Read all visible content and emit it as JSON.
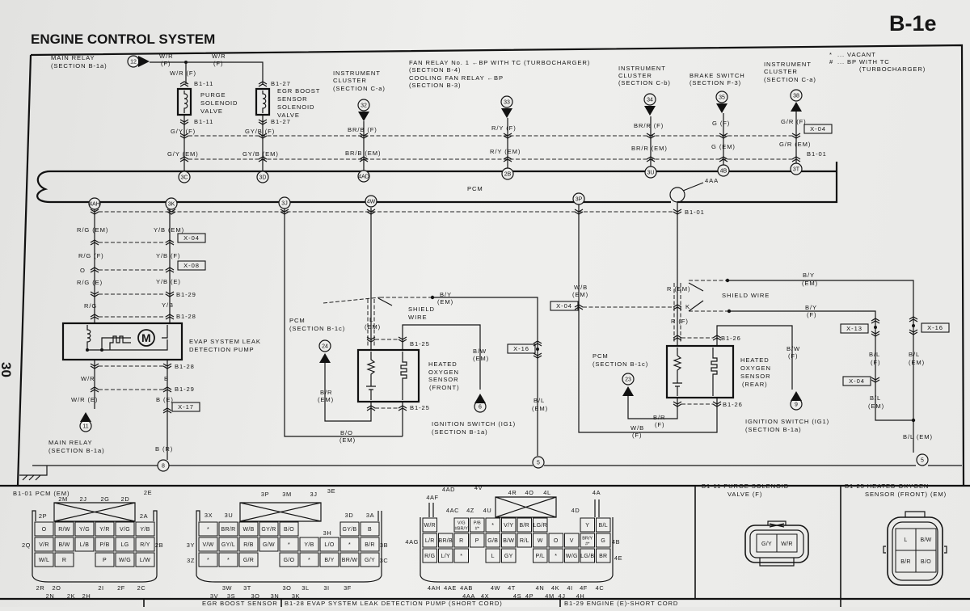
{
  "header": {
    "title": "ENGINE CONTROL SYSTEM",
    "page_code": "B-1e",
    "page_number": "30"
  },
  "legend": {
    "vacant_symbol": "*",
    "vacant": "... VACANT",
    "bp_symbol": "#",
    "bp": "... BP WITH TC",
    "bp2": "(TURBOCHARGER)"
  },
  "labels": {
    "main_relay_1": "MAIN RELAY",
    "main_relay_1_sec": "(SECTION B-1a)",
    "wr_a": "W/R",
    "f_a": "(F)",
    "wr_b": "W/R",
    "f_b": "(F)",
    "wr_c": "W/R (F)",
    "purge_top": "B1-11",
    "purge_1": "PURGE",
    "purge_2": "SOLENOID",
    "purge_3": "VALVE",
    "purge_bot": "B1-11",
    "gy_f": "G/Y (F)",
    "gy_em": "G/Y (EM)",
    "egr_top": "B1-27",
    "egr_1": "EGR BOOST",
    "egr_2": "SENSOR",
    "egr_3": "SOLENOID",
    "egr_4": "VALVE",
    "egr_bot": "B1-27",
    "gyb_f": "GY/B (F)",
    "gyb_em": "GY/B (EM)",
    "ica_1": "INSTRUMENT",
    "ica_2": "CLUSTER",
    "ica_3": "(SECTION C-a)",
    "brb_f": "BR/B (F)",
    "brb_em": "BR/B (EM)",
    "fan_1": "FAN RELAY No. 1 ←BP WITH TC (TURBOCHARGER)",
    "fan_2": "(SECTION B-4)",
    "fan_3": "COOLING FAN RELAY ←BP",
    "fan_4": "(SECTION B-3)",
    "ry_f": "R/Y (F)",
    "ry_em": "R/Y (EM)",
    "icb_1": "INSTRUMENT",
    "icb_2": "CLUSTER",
    "icb_3": "(SECTION C-b)",
    "brr_f": "BR/R (F)",
    "brr_em": "BR/R (EM)",
    "brake_1": "BRAKE SWITCH",
    "brake_2": "(SECTION F-3)",
    "g_f": "G (F)",
    "g_em": "G (EM)",
    "icc_1": "INSTRUMENT",
    "icc_2": "CLUSTER",
    "icc_3": "(SECTION C-a)",
    "gr_f": "G/R (F)",
    "gr_em": "G/R (EM)",
    "b1_01_top": "B1-01",
    "pcm": "PCM",
    "pin_4aa": "4AA",
    "b1_01_mid": "B1-01",
    "rg_em": "R/G (EM)",
    "yb_em": "Y/B (EM)",
    "rg_f": "R/G (F)",
    "yb_f": "Y/B (F)",
    "o": "O",
    "rg_e": "R/G (E)",
    "yb_e": "Y/B (E)",
    "b1_29_a": "B1-29",
    "rg": "R/G",
    "yb": "Y/B",
    "b1_28_a": "B1-28",
    "evap_1": "EVAP SYSTEM LEAK",
    "evap_2": "DETECTION PUMP",
    "b1_28_b": "B1-28",
    "wr": "W/R",
    "b": "B",
    "b1_29_b": "B1-29",
    "wr_e": "W/R (E)",
    "b_e": "B (E)",
    "main_relay_2": "MAIN RELAY",
    "main_relay_2_sec": "(SECTION B-1a)",
    "b_r": "B (R)",
    "pcm_c1": "PCM",
    "pcm_c1_sec": "(SECTION B-1c)",
    "br_1": "B/R",
    "br_1b": "(EM)",
    "shield_1": "SHIELD",
    "shield_2": "WIRE",
    "l": "L",
    "l_em": "(EM)",
    "b1_25_top": "B1-25",
    "ho2f_1": "HEATED",
    "ho2f_2": "OXYGEN",
    "ho2f_3": "SENSOR",
    "ho2f_4": "(FRONT)",
    "b1_25_bot": "B1-25",
    "bo": "B/O",
    "bo_em": "(EM)",
    "by_1": "B/Y",
    "by_1b": "(EM)",
    "bw_1": "B/W",
    "bw_1b": "(EM)",
    "ign_1": "IGNITION SWITCH (IG1)",
    "ign_1_sec": "(SECTION B-1a)",
    "bl_1": "B/L",
    "bl_1b": "(EM)",
    "wb_em": "W/B",
    "wb_em_b": "(EM)",
    "r_em": "R (EM)",
    "k": "K",
    "shield_3": "SHIELD WIRE",
    "r_f": "R (F)",
    "b1_26_top": "B1-26",
    "ho2r_1": "HEATED",
    "ho2r_2": "OXYGEN",
    "ho2r_3": "SENSOR",
    "ho2r_4": "(REAR)",
    "b1_26_bot": "B1-26",
    "pcm_c2": "PCM",
    "pcm_c2_sec": "(SECTION B-1c)",
    "br_2": "B/R",
    "br_2b": "(F)",
    "wb_f": "W/B",
    "wb_f_b": "(F)",
    "bw_2": "B/W",
    "bw_2b": "(F)",
    "ign_2": "IGNITION SWITCH (IG1)",
    "ign_2_sec": "(SECTION B-1a)",
    "by_2": "B/Y",
    "by_2b": "(EM)",
    "by_3": "B/Y",
    "by_3b": "(F)",
    "bl_2": "B/L",
    "bl_2b": "(F)",
    "bl_3": "B/L",
    "bl_3b": "(EM)",
    "bl_4": "B/L",
    "bl_4b": "(EM)",
    "bl_5": "B/L (EM)"
  },
  "refs": {
    "x04_a": "X-04",
    "x08": "X-08",
    "x17": "X-17",
    "x16_a": "X-16",
    "x04_b": "X-04",
    "x04_c": "X-04",
    "x13": "X-13",
    "x16_b": "X-16",
    "x04_d": "X-04"
  },
  "circles": {
    "c12": "12",
    "c32": "32",
    "c33": "33",
    "c34": "34",
    "c35": "35",
    "c38": "38",
    "p3c": "3C",
    "p3d": "3D",
    "p4ad": "4AD",
    "p2b": "2B",
    "p3u": "3U",
    "p4b": "4B",
    "p3t": "3T",
    "p4ah": "4AH",
    "p3k": "3K",
    "p3j": "3J",
    "p4w": "4W",
    "p3p": "3P",
    "c11": "11",
    "c8": "8",
    "c24": "24",
    "c6": "6",
    "c5a": "5",
    "c23": "23",
    "c9": "9",
    "c5b": "5"
  },
  "panels": {
    "pcm_title": "B1-01 PCM (EM)",
    "purge_title_1": "B1-11 PURGE SOLENOID",
    "purge_title_2": "VALVE (F)",
    "ho2s_title_1": "B1-25 HEATED OXYGEN",
    "ho2s_title_2": "SENSOR (FRONT) (EM)",
    "strip_1": "EGR BOOST SENSOR",
    "strip_2": "B1-28 EVAP SYSTEM LEAK DETECTION PUMP (SHORT CORD)",
    "strip_3": "B1-29 ENGINE (E)-SHORT CORD"
  },
  "connectors": {
    "pcm_2": {
      "rows": [
        [
          "O",
          "R/W",
          "Y/G",
          "Y/R",
          "V/G",
          "Y/B"
        ],
        [
          "V/R",
          "B/W",
          "L/B",
          "P/B",
          "LG",
          "R/Y"
        ],
        [
          "W/L",
          "R",
          null,
          "P",
          "W/G",
          "L/W"
        ]
      ],
      "pins": {
        "top": [
          "2M",
          "2J",
          "2G",
          "2D",
          "2E"
        ],
        "corners": [
          "2P",
          "2A"
        ],
        "left": [
          "2Q"
        ],
        "right": [
          "2B"
        ],
        "bottom": [
          "2R",
          "2O",
          "2I",
          "2F",
          "2C"
        ],
        "bottom2": [
          "2N",
          "2K",
          "2H"
        ]
      }
    },
    "pcm_3": {
      "rows": [
        [
          "*",
          "BR/R",
          "W/B",
          "GY/R",
          "B/O",
          null,
          null,
          "GY/B",
          "B"
        ],
        [
          "V/W",
          "GY/L",
          "R/B",
          "G/W",
          "*",
          "Y/B",
          "L/O",
          "*",
          "B/R"
        ],
        [
          "*",
          "*",
          "G/R",
          null,
          "G/O",
          "*",
          "B/Y",
          "BR/W",
          "G/Y"
        ]
      ],
      "pins": {
        "top": [
          "3P",
          "3M",
          "3J",
          "3E"
        ],
        "corners": [
          "3X",
          "3U",
          "3D",
          "3A",
          "3H"
        ],
        "left": [
          "3Y",
          "3Z"
        ],
        "right": [
          "3B",
          "3C"
        ],
        "bottom": [
          "3W",
          "3T",
          "3O",
          "3L",
          "3I",
          "3F"
        ],
        "bottom2": [
          "3V",
          "3S",
          "3Q",
          "3N",
          "3K"
        ]
      }
    },
    "pcm_4": {
      "rows": [
        [
          "W/R",
          null,
          "V/G #BR/Y",
          "P/B #*",
          "*",
          "V/Y",
          "B/R",
          "LG/R",
          null,
          null,
          "Y",
          "B/L"
        ],
        [
          "L/R",
          "BR/B",
          "R",
          "P",
          "G/B",
          "B/W",
          "R/L",
          "W",
          "O",
          "V",
          "BR/Y #*",
          "G"
        ],
        [
          "R/G",
          "L/Y",
          "*",
          null,
          "L",
          "GY",
          null,
          "P/L",
          "*",
          "W/G",
          "LG/B",
          "BR"
        ]
      ],
      "pins": {
        "top": [
          "4AF",
          "4AD",
          "4AC",
          "4Z",
          "4U",
          "4V",
          "4R",
          "4O",
          "4L",
          "4D",
          "4A"
        ],
        "left": [
          "4AG"
        ],
        "right": [
          "4B",
          "4E"
        ],
        "bottom": [
          "4AH",
          "4AE",
          "4AB",
          "4W",
          "4T",
          "4N",
          "4K",
          "4I",
          "4F",
          "4C"
        ],
        "bottom2": [
          "4AA",
          "4X",
          "4S",
          "4P",
          "4M",
          "4J",
          "4H"
        ]
      }
    },
    "purge": {
      "cells": [
        "G/Y",
        "W/R"
      ]
    },
    "ho2s_front": {
      "cells": [
        "L",
        "B/W",
        "B/R",
        "B/O"
      ]
    }
  }
}
